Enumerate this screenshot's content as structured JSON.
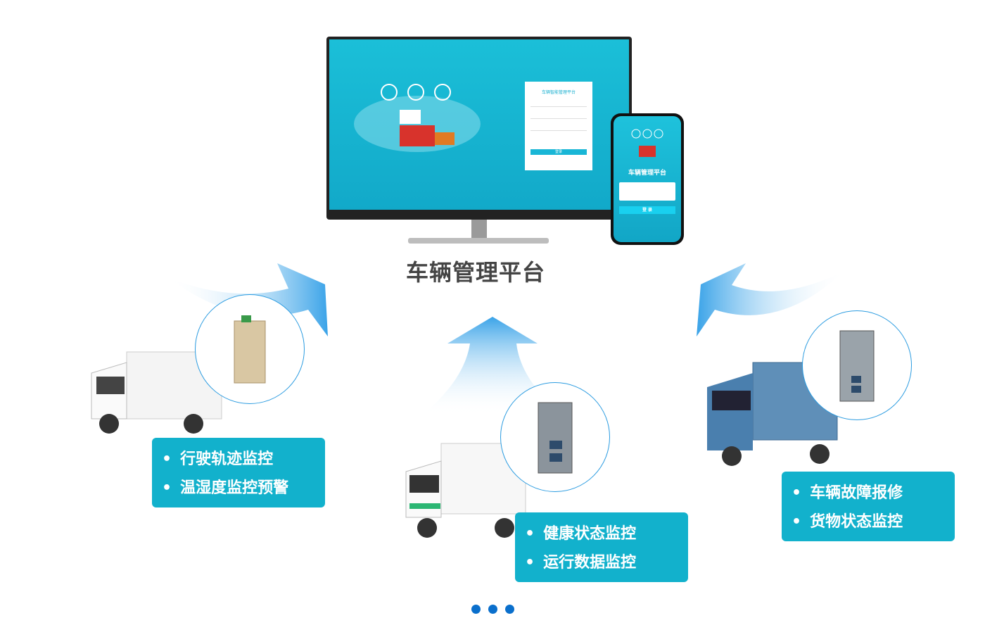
{
  "platform_title": "车辆管理平台",
  "monitor_login": {
    "title": "车辆智能管理平台",
    "button": "登录"
  },
  "phone_login": {
    "title": "车辆管理平台",
    "button": "登 录"
  },
  "groups": [
    {
      "features": [
        "行驶轨迹监控",
        "温湿度监控预警"
      ]
    },
    {
      "features": [
        "健康状态监控",
        "运行数据监控"
      ]
    },
    {
      "features": [
        "车辆故障报修",
        "货物状态监控"
      ]
    }
  ],
  "pagination": {
    "count": 3
  },
  "colors": {
    "accent": "#12b1cc",
    "dot": "#0a6fcc",
    "arrow": "#3aa3e8"
  }
}
